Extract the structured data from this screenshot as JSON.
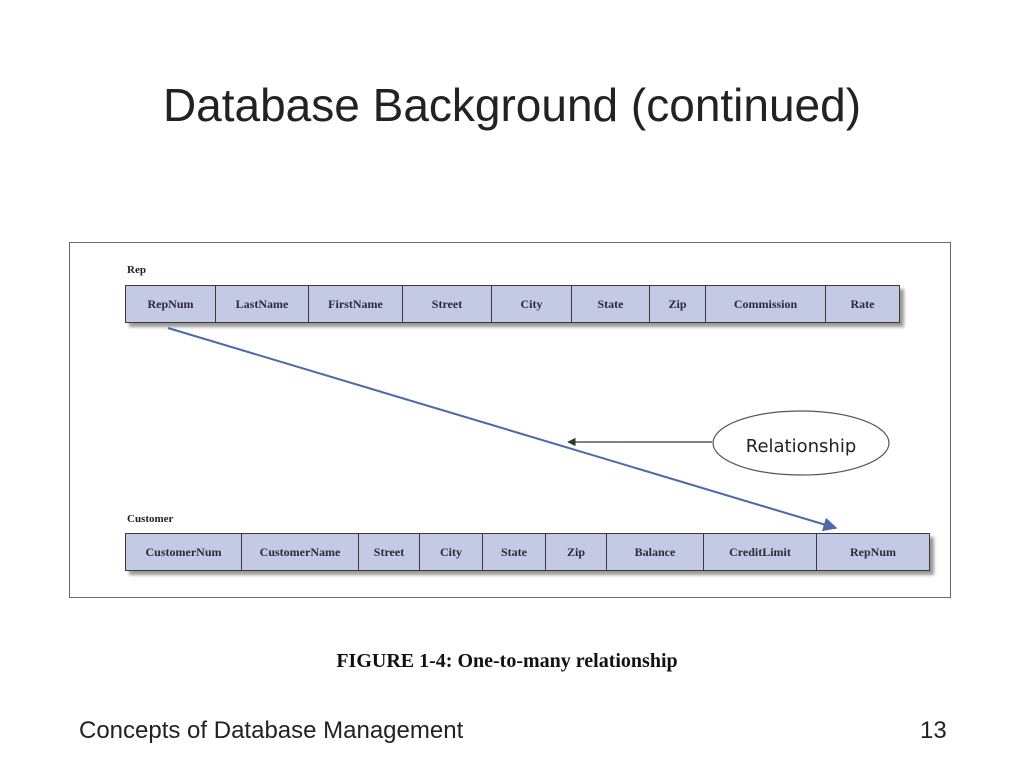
{
  "slide": {
    "title": "Database Background (continued)",
    "caption": "FIGURE 1-4: One-to-many relationship",
    "footer": "Concepts of Database Management",
    "page_number": "13"
  },
  "diagram": {
    "rep_table": {
      "label": "Rep",
      "columns": [
        "RepNum",
        "LastName",
        "FirstName",
        "Street",
        "City",
        "State",
        "Zip",
        "Commission",
        "Rate"
      ]
    },
    "customer_table": {
      "label": "Customer",
      "columns": [
        "CustomerNum",
        "CustomerName",
        "Street",
        "City",
        "State",
        "Zip",
        "Balance",
        "CreditLimit",
        "RepNum"
      ]
    },
    "relationship_label": "Relationship",
    "colors": {
      "table_fill": "#c5cae4",
      "arrow": "#4a6aa8"
    }
  }
}
